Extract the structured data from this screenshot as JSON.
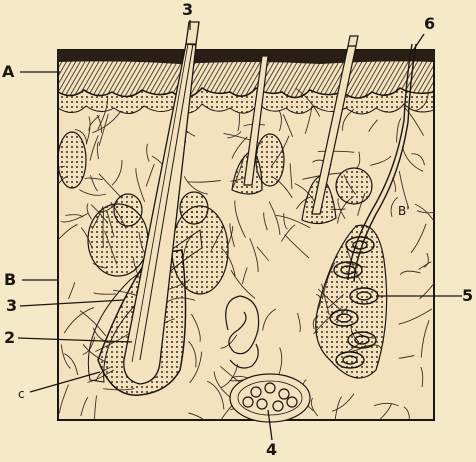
{
  "figure": {
    "background_color": "#f6e9c8",
    "ink_color": "#1c1610",
    "epidermis_color": "#3a2c20",
    "labels": {
      "A": "A",
      "B": "B",
      "B_prime": "B'",
      "hair_shaft_top": "3",
      "hair_shaft_side": "3",
      "hair_bulb": "2",
      "hair_follicle": "c",
      "fat_gland": "4",
      "sweat_gland": "5",
      "sweat_duct": "6"
    }
  }
}
